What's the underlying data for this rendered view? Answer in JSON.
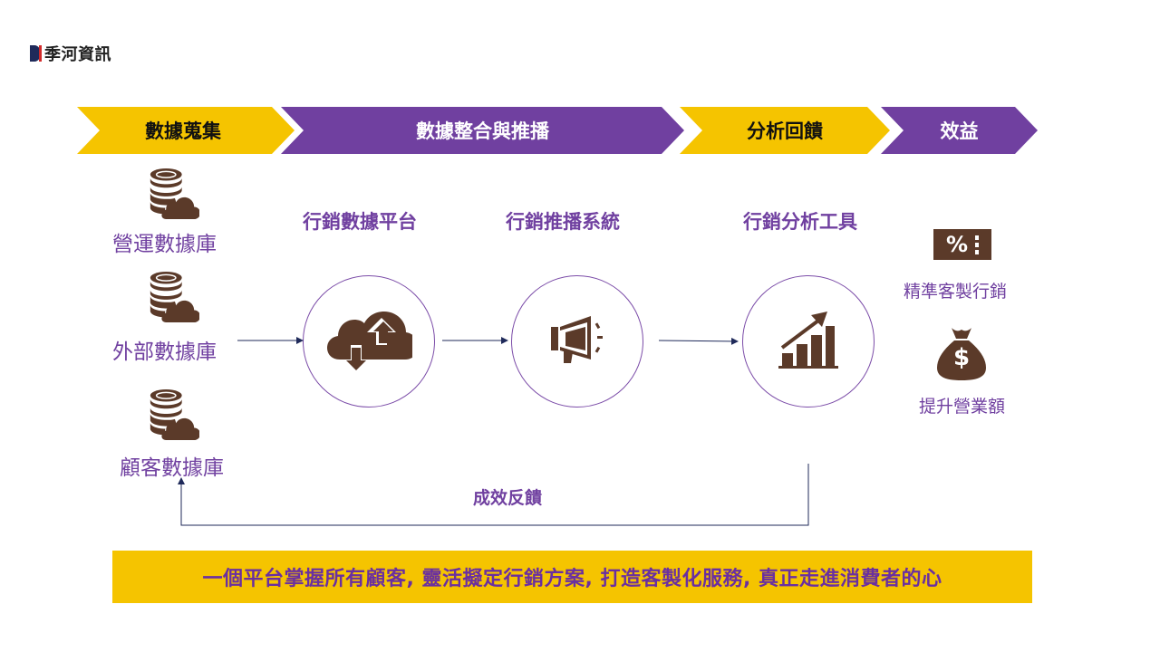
{
  "logo": {
    "text": "季河資訊"
  },
  "chevrons": [
    {
      "label": "數據蒐集"
    },
    {
      "label": "數據整合與推播"
    },
    {
      "label": "分析回饋"
    },
    {
      "label": "效益"
    }
  ],
  "databases": [
    {
      "label": "營運數據庫",
      "icon": "database-cloud-icon"
    },
    {
      "label": "外部數據庫",
      "icon": "database-cloud-icon"
    },
    {
      "label": "顧客數據庫",
      "icon": "database-cloud-icon"
    }
  ],
  "tools": [
    {
      "label": "行銷數據平台",
      "icon": "cloud-sync-icon"
    },
    {
      "label": "行銷推播系統",
      "icon": "megaphone-icon"
    },
    {
      "label": "行銷分析工具",
      "icon": "growth-chart-icon"
    }
  ],
  "benefits": [
    {
      "label": "精準客製行銷",
      "icon": "discount-tag-icon",
      "icon_text": "%"
    },
    {
      "label": "提升營業額",
      "icon": "money-bag-icon",
      "icon_text": "$"
    }
  ],
  "feedback": {
    "label": "成效反饋"
  },
  "banner": {
    "text": "一個平台掌握所有顧客, 靈活擬定行銷方案, 打造客製化服務, 真正走進消費者的心"
  },
  "colors": {
    "purple": "#7040a0",
    "yellow": "#f5c400",
    "brown": "#5b3a29",
    "navy": "#1f2a5a"
  }
}
